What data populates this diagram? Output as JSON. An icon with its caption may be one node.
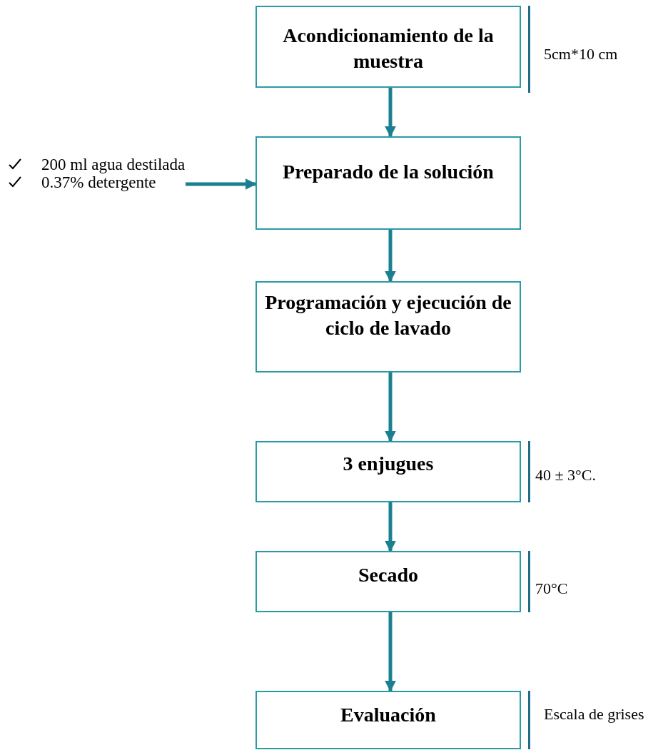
{
  "diagram": {
    "nodes": [
      {
        "text": [
          "Acondicionamiento de la muestra"
        ],
        "beside": [
          "5cm*10 cm"
        ]
      },
      {
        "text": [
          "Preparado de la solución"
        ]
      },
      {
        "text": [
          "Programación y ejecución de ciclo de lavado"
        ]
      },
      {
        "text": [
          "3 enjugues"
        ],
        "beside": [
          "40 ± 3°C."
        ]
      },
      {
        "text": [
          "Secado"
        ],
        "beside": [
          "70°C"
        ]
      },
      {
        "text": [
          "Evaluación"
        ],
        "beside": [
          "Escala de grises"
        ]
      },
      {
        "text": [
          "200 ml agua destilada",
          "0.37% detergente"
        ]
      }
    ],
    "edges": [
      {
        "from": 0,
        "to": 1,
        "arrow": "to"
      },
      {
        "from": 1,
        "to": 2,
        "arrow": "to"
      },
      {
        "from": 2,
        "to": 3,
        "arrow": "to"
      },
      {
        "from": 3,
        "to": 4,
        "arrow": "to"
      },
      {
        "from": 4,
        "to": 5,
        "arrow": "to"
      },
      {
        "from": 6,
        "to": 1,
        "arrow": "to"
      }
    ]
  }
}
